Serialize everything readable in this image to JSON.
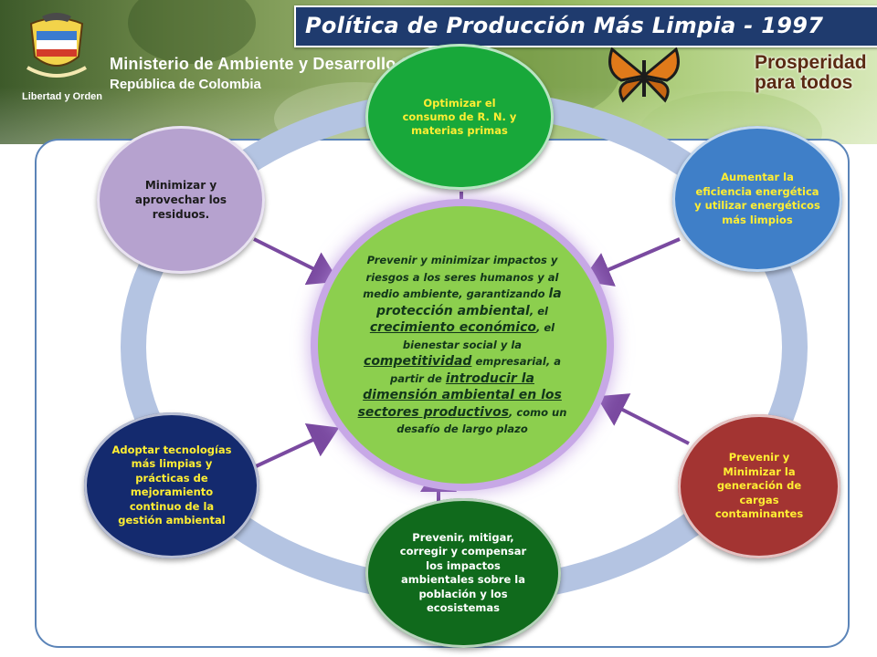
{
  "header": {
    "title": "Política de Producción Más Limpia - 1997",
    "ministry_line1": "Ministerio de Ambiente y Desarrollo So",
    "ministry_line2": "República de Colombia",
    "crest_caption": "Libertad y Orden",
    "slogan_line1": "Prosperidad",
    "slogan_line2": "para todos"
  },
  "center": {
    "seg1": "Prevenir y minimizar impactos y riesgos a los seres humanos y al medio ambiente, garantizando ",
    "seg2": "la protección ambiental",
    "seg3": ", el ",
    "seg4": "crecimiento económico",
    "seg5": ", el bienestar social y la ",
    "seg6": "competitividad",
    "seg7": " empresarial, a partir de ",
    "seg8": "introducir la dimensión ambiental en los sectores productivos",
    "seg9": ", como un desafío de largo plazo"
  },
  "nodes": {
    "top": "Optimizar el consumo de R. N. y materias primas",
    "top_right": "Aumentar la eficiencia energética y utilizar energéticos más limpios",
    "bottom_right": "Prevenir y Minimizar la generación de cargas contaminantes",
    "bottom": "Prevenir, mitigar, corregir y compensar los impactos ambientales sobre la población y los ecosistemas",
    "bottom_left": "Adoptar tecnologías más limpias y prácticas de mejoramiento continuo de la gestión ambiental",
    "top_left": "Minimizar y aprovechar los residuos."
  },
  "colors": {
    "title_bg": "#1f3b6e",
    "ring": "#b4c4e2",
    "arrow": "#7a4aa0",
    "center_fill": "#8ccf4e",
    "center_glow": "#c7a8e6",
    "node_top": "#18a83a",
    "node_top_text": "#ffee33",
    "node_top_right": "#3f7fc8",
    "node_top_right_text": "#ffee33",
    "node_bottom_right": "#a33432",
    "node_bottom_right_text": "#ffee33",
    "node_bottom": "#106a1c",
    "node_bottom_text": "#ffffff",
    "node_bottom_left": "#142a6e",
    "node_bottom_left_text": "#ffee33",
    "node_top_left": "#b6a2cf",
    "node_top_left_text": "#1c1c1c"
  }
}
